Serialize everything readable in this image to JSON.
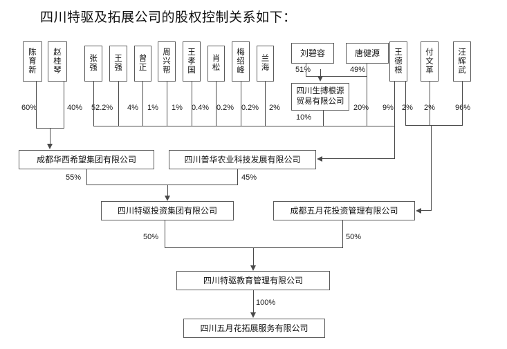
{
  "title": "四川特驱及拓展公司的股权控制关系如下：",
  "persons": [
    {
      "name": "陈育新",
      "chars": [
        "陈",
        "育",
        "新"
      ],
      "pct": "60%"
    },
    {
      "name": "赵桂琴",
      "chars": [
        "赵",
        "桂",
        "琴"
      ],
      "pct": "40%"
    },
    {
      "name": "张强",
      "chars": [
        "张",
        "强"
      ],
      "pct": "52.2%"
    },
    {
      "name": "王强",
      "chars": [
        "王",
        "强"
      ],
      "pct": "4%"
    },
    {
      "name": "曾正",
      "chars": [
        "曾",
        "正"
      ],
      "pct": "1%"
    },
    {
      "name": "周兴帮",
      "chars": [
        "周",
        "兴",
        "帮"
      ],
      "pct": "1%"
    },
    {
      "name": "王孝国",
      "chars": [
        "王",
        "孝",
        "国"
      ],
      "pct": "0.4%"
    },
    {
      "name": "肖松",
      "chars": [
        "肖",
        "松"
      ],
      "pct": "0.2%"
    },
    {
      "name": "梅绍峰",
      "chars": [
        "梅",
        "绍",
        "峰"
      ],
      "pct": "0.2%"
    },
    {
      "name": "兰海",
      "chars": [
        "兰",
        "海"
      ],
      "pct": "2%"
    },
    {
      "name": "王德根",
      "chars": [
        "王",
        "德",
        "根"
      ],
      "pct": "9%"
    },
    {
      "name": "付文革",
      "chars": [
        "付",
        "文",
        "革"
      ],
      "pct": "2%"
    },
    {
      "name": "汪辉武",
      "chars": [
        "汪",
        "辉",
        "武"
      ],
      "pct": "96%"
    }
  ],
  "top_companies": {
    "liubirong": "刘碧容",
    "liubirong_pct": "51%",
    "tangjianyuan": "唐健源",
    "tangjianyuan_pct": "49%",
    "tangjianyuan_pct2": "20%",
    "wangdegen_pct2": "2%",
    "shengbo": "四川生搏根源\n贸易有限公司",
    "shengbo_line1": "四川生搏根源",
    "shengbo_line2": "贸易有限公司",
    "shengbo_pct": "10%"
  },
  "companies": {
    "huaxi": "成都华西希望集团有限公司",
    "huaxi_pct": "55%",
    "puhua": "四川普华农业科技发展有限公司",
    "puhua_pct": "45%",
    "tequ_invest": "四川特驱投资集团有限公司",
    "tequ_invest_pct": "50%",
    "wuyuehua_invest": "成都五月花投资管理有限公司",
    "wuyuehua_invest_pct": "50%",
    "tequ_edu": "四川特驱教育管理有限公司",
    "tequ_edu_pct": "100%",
    "wuyuehua_tuozhan": "四川五月花拓展服务有限公司"
  },
  "colors": {
    "line": "#4a4a4a",
    "border": "#5a5a5a",
    "text": "#111111",
    "bg": "#ffffff"
  }
}
